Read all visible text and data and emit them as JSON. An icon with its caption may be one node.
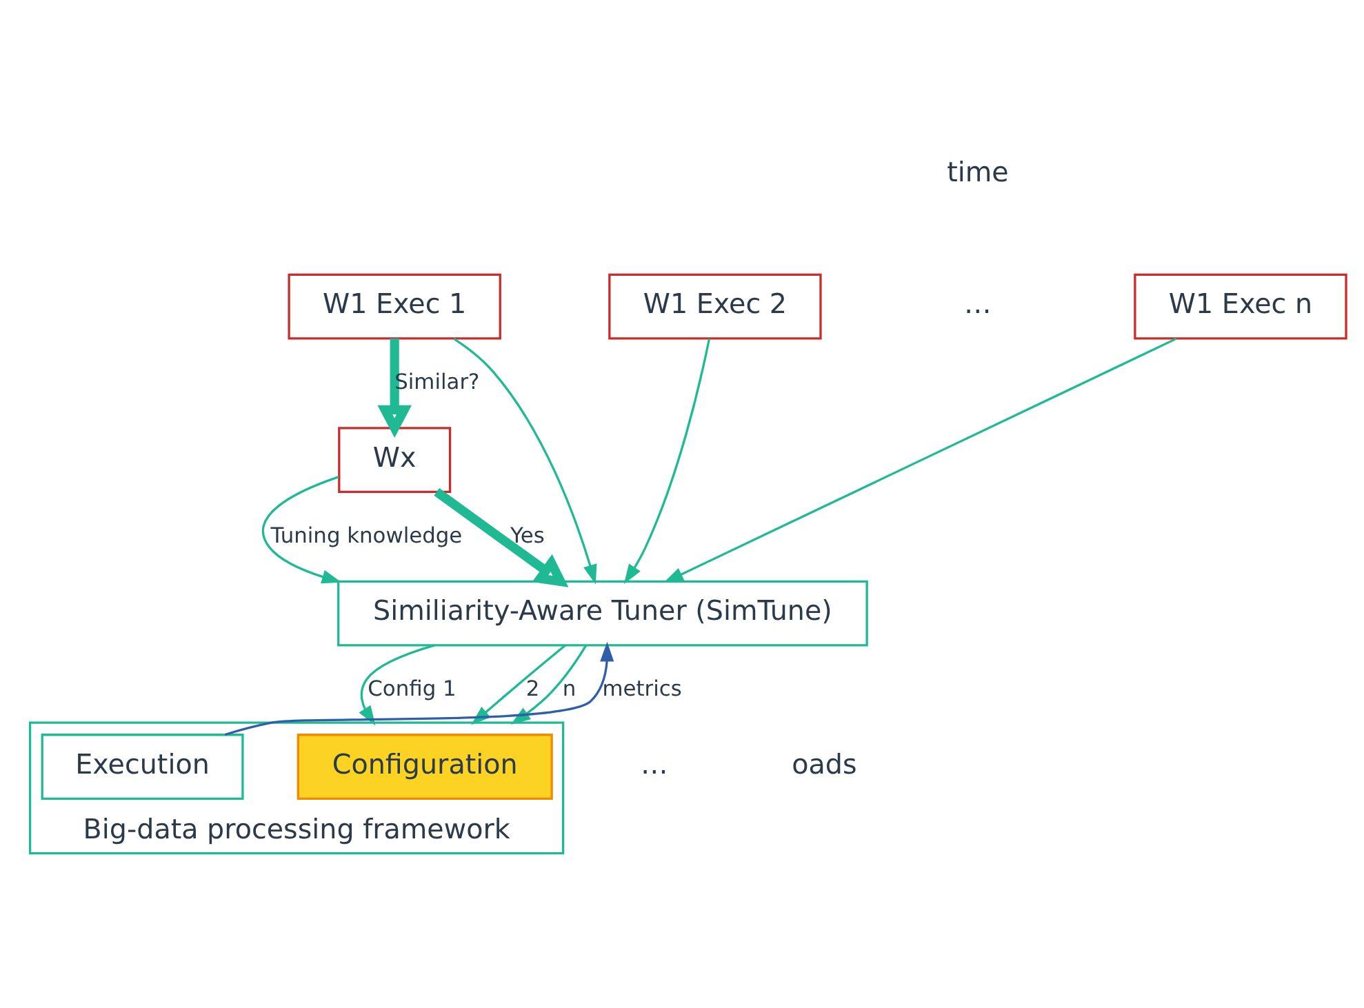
{
  "diagram": {
    "nodes": [
      {
        "text": [
          "W1 Exec 1"
        ]
      },
      {
        "text": [
          "W1 Exec 2"
        ]
      },
      {
        "text": [
          "W1 Exec n"
        ]
      },
      {
        "text": [
          "Wx"
        ]
      },
      {
        "text": [
          "Similiarity-Aware Tuner (SimTune)"
        ]
      },
      {
        "text": [
          "Big-data processing framework"
        ]
      },
      {
        "text": [
          "Configuration"
        ],
        "in": 5
      },
      {
        "text": [
          "Execution"
        ],
        "in": 5
      }
    ],
    "edges": [
      {
        "from": 0,
        "to": 4,
        "arrow": "to"
      },
      {
        "from": 1,
        "to": 4,
        "arrow": "to"
      },
      {
        "from": 2,
        "to": 4,
        "arrow": "to"
      },
      {
        "from": 0,
        "to": 3,
        "arrow": "to",
        "label": "Similar?",
        "style": "thick"
      },
      {
        "from": 3,
        "to": 4,
        "arrow": "to",
        "label": "Tuning knowledge"
      },
      {
        "from": 3,
        "to": 4,
        "arrow": "to",
        "label": "Yes",
        "style": "thick"
      },
      {
        "from": 4,
        "to": 5,
        "arrow": "to",
        "label": "Config 1"
      },
      {
        "from": 4,
        "to": 5,
        "arrow": "to",
        "label": "2"
      },
      {
        "from": 4,
        "to": 5,
        "arrow": "to",
        "label": "n"
      },
      {
        "from": 7,
        "to": 4,
        "arrow": "to",
        "label": "metrics",
        "color": "#2e5fa8"
      }
    ],
    "labels": [
      "time",
      "…",
      "…",
      "oads"
    ]
  }
}
